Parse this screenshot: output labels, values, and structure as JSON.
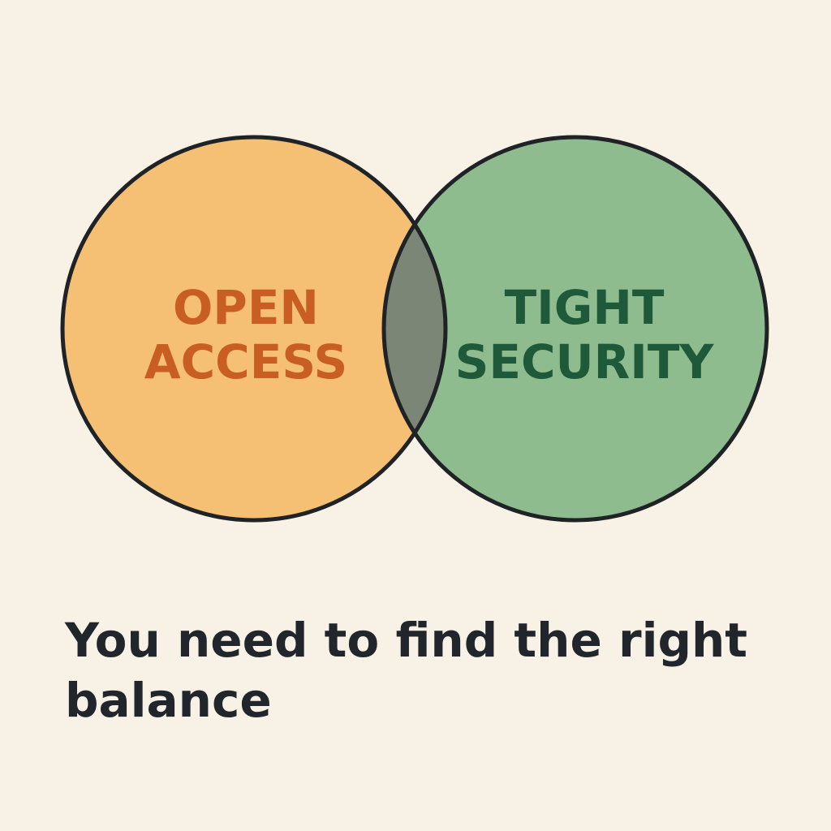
{
  "diagram": {
    "left_circle": {
      "lines": [
        "OPEN",
        "ACCESS"
      ],
      "fill": "#f5bf74",
      "text_color": "#c85e22"
    },
    "right_circle": {
      "lines": [
        "TIGHT",
        "SECURITY"
      ],
      "fill": "#8fbc8f",
      "text_color": "#1e5a3a"
    },
    "overlap_fill": "#7b8676",
    "outline": "#1f2326",
    "background": "#f8f1e6"
  },
  "caption": {
    "lines": [
      "You need to find the right",
      "balance"
    ]
  }
}
